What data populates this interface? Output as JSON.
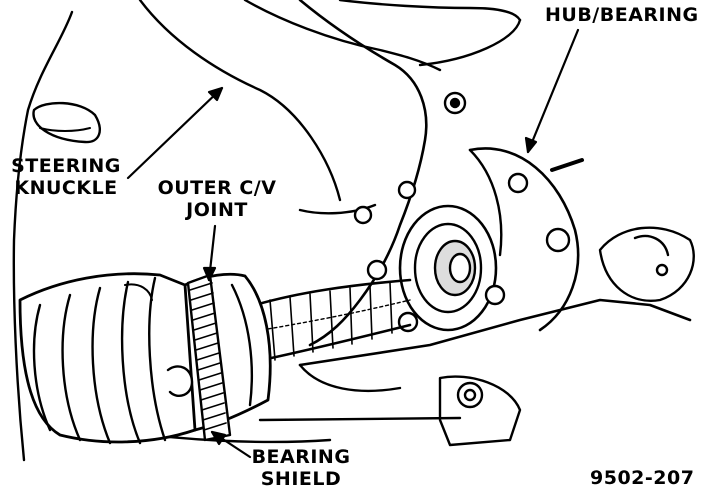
{
  "labels": {
    "hub_bearing": "HUB/BEARING",
    "steering_knuckle": [
      "STEERING",
      "KNUCKLE"
    ],
    "outer_cv_joint": [
      "OUTER C/V",
      "JOINT"
    ],
    "bearing_shield": [
      "BEARING",
      "SHIELD"
    ],
    "figure_number": "9502-207"
  },
  "colors": {
    "ink": "#000000",
    "paper": "#ffffff"
  }
}
